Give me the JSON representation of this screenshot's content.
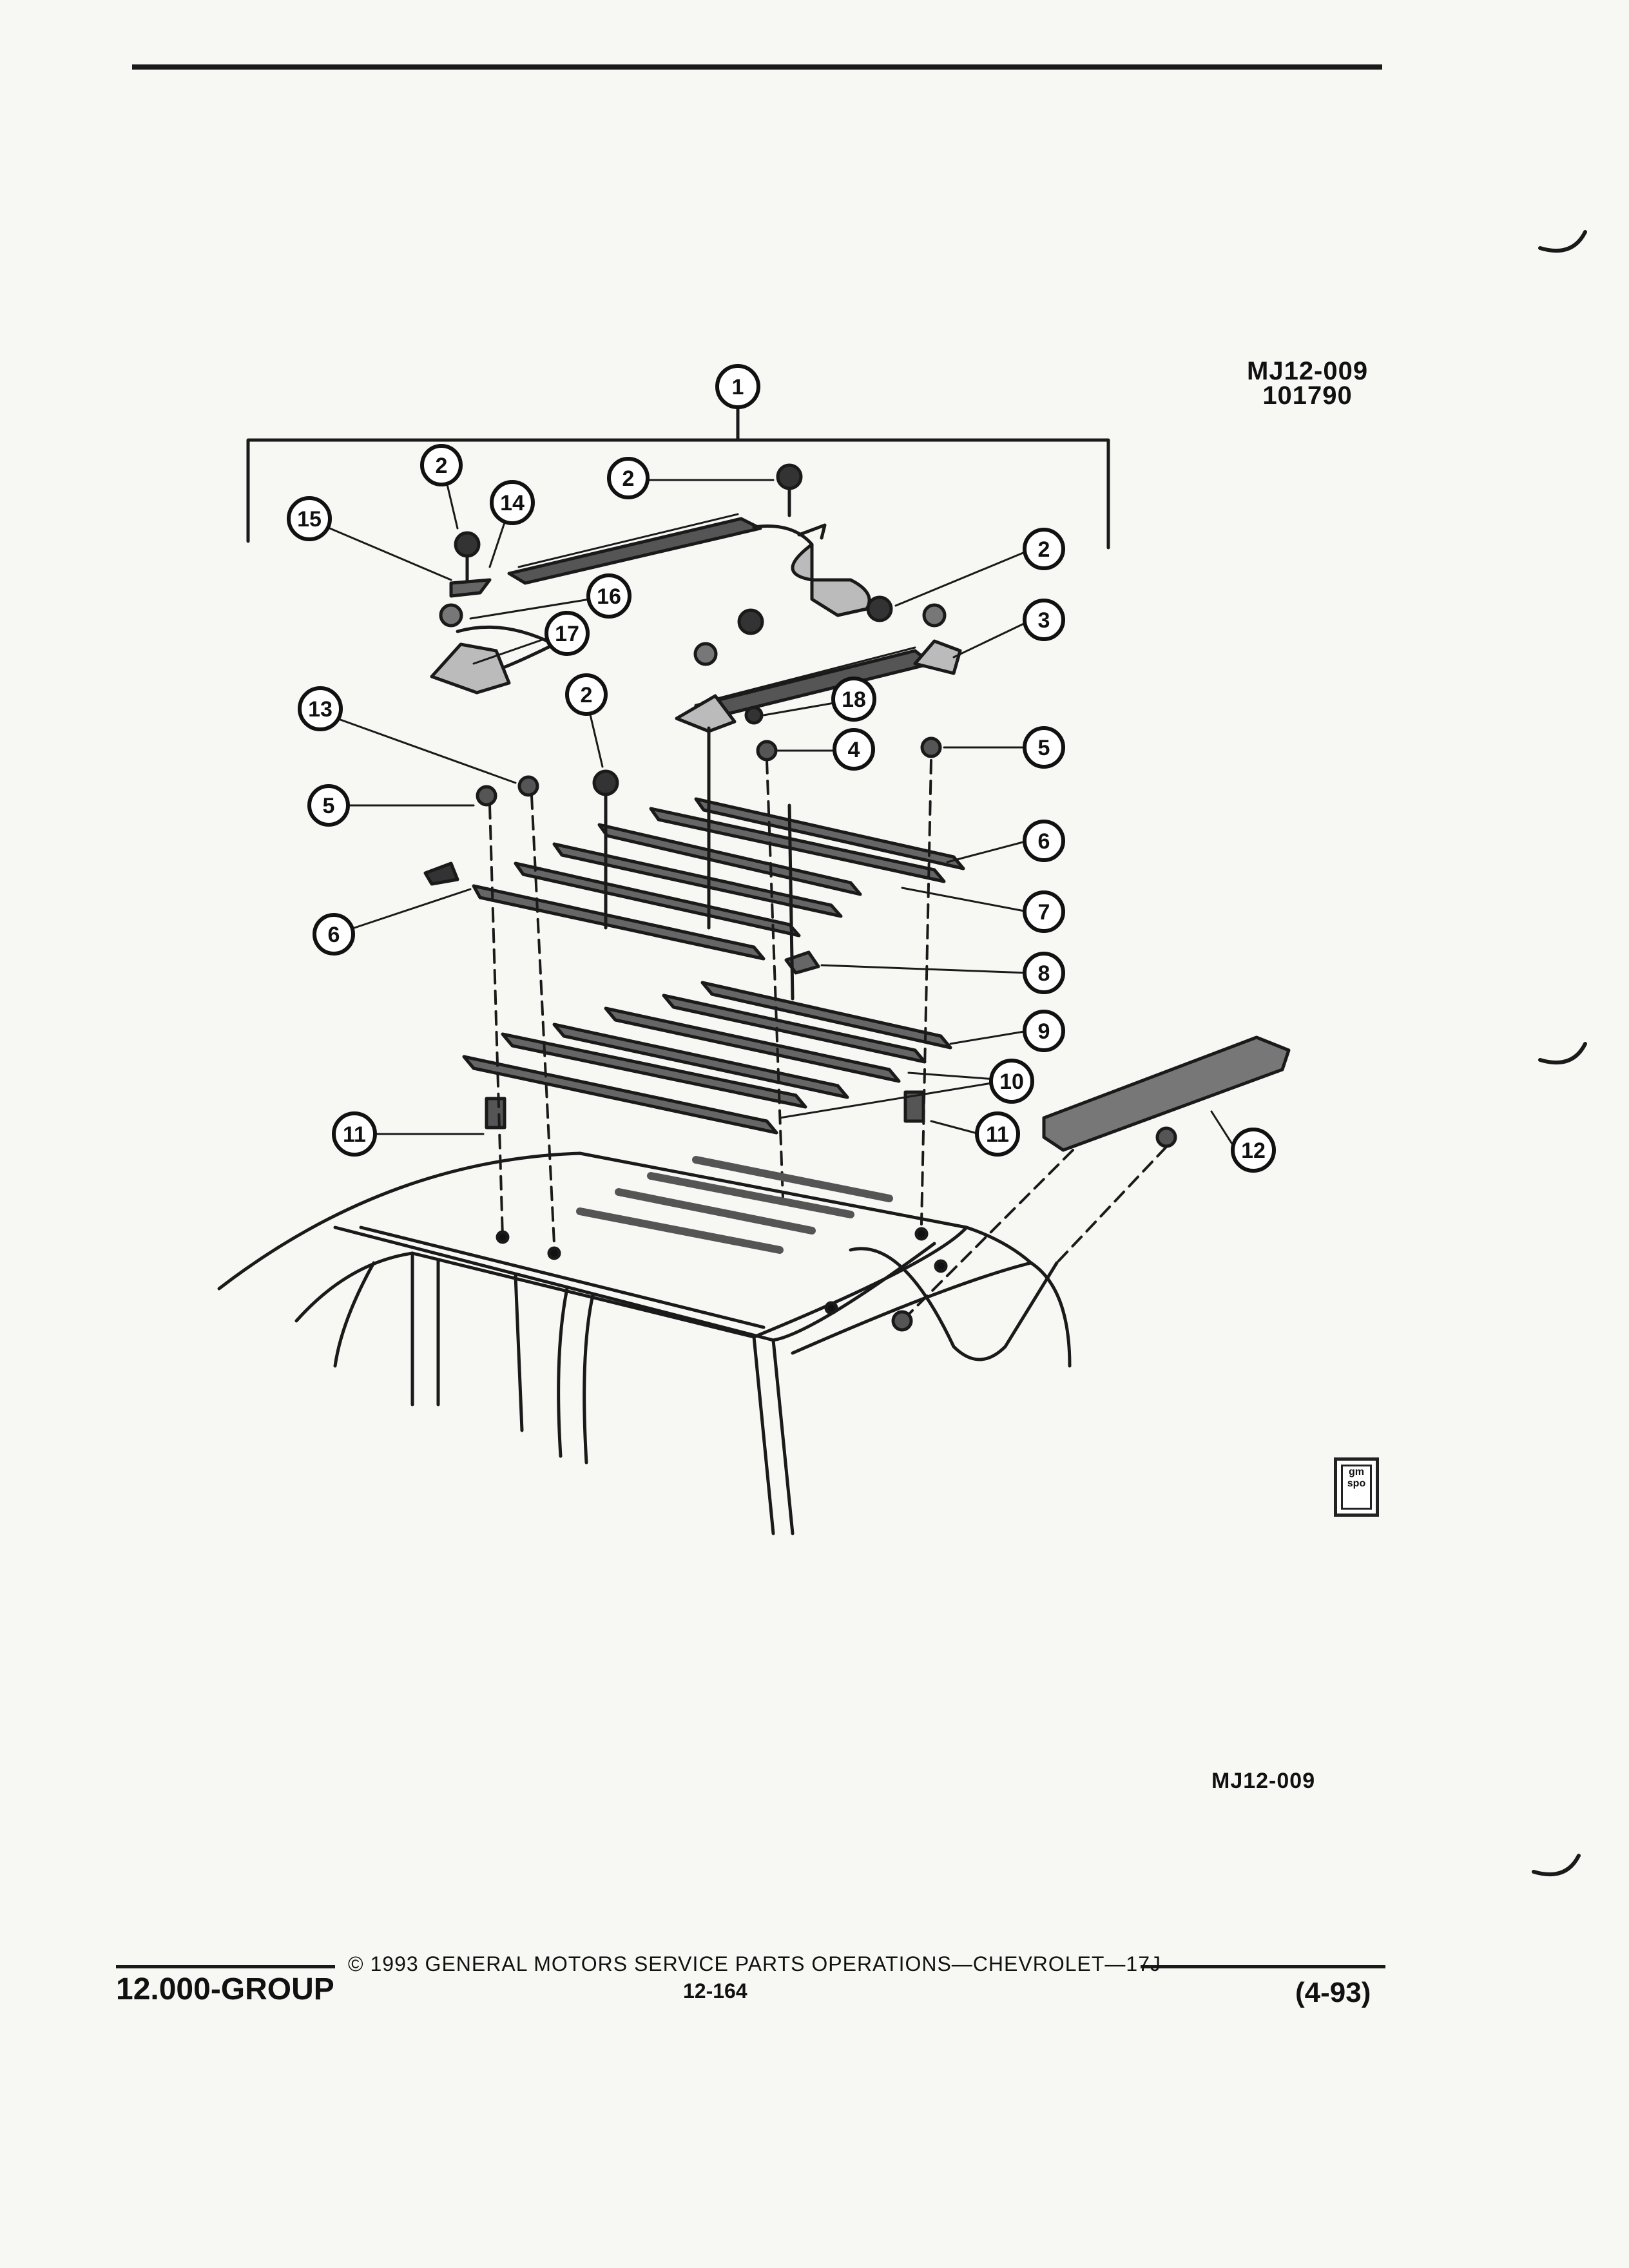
{
  "header": {
    "figure_code": "MJ12-009",
    "figure_date": "101790"
  },
  "diagram": {
    "callouts": [
      "1",
      "2",
      "2",
      "2",
      "2",
      "3",
      "4",
      "5",
      "5",
      "6",
      "6",
      "7",
      "8",
      "9",
      "10",
      "11",
      "11",
      "12",
      "13",
      "14",
      "15",
      "16",
      "17",
      "18"
    ]
  },
  "figure_code_bottom": "MJ12-009",
  "logo": {
    "text": "gm spo"
  },
  "footer": {
    "group": "12.000-GROUP",
    "copyright": "© 1993  GENERAL MOTORS SERVICE PARTS OPERATIONS—CHEVROLET—17J",
    "page_number": "12-164",
    "date_code": "(4-93)"
  }
}
